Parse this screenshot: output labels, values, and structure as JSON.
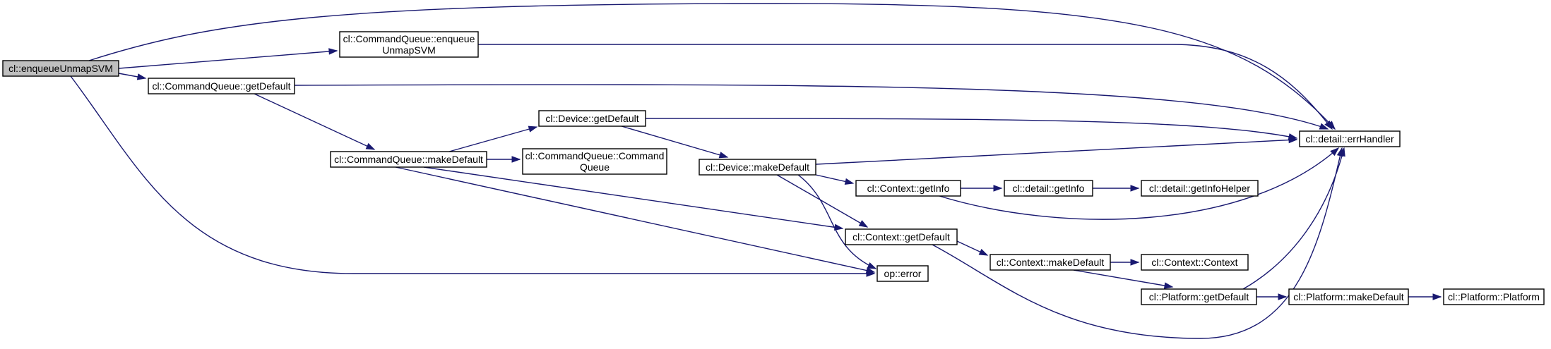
{
  "diagram": {
    "nodes": [
      {
        "id": "enqueueUnmapSVM",
        "lines": [
          "cl::enqueueUnmapSVM"
        ],
        "highlight": true
      },
      {
        "id": "cq_enqueueUnmapSVM",
        "lines": [
          "cl::CommandQueue::enqueue",
          "UnmapSVM"
        ]
      },
      {
        "id": "cq_getDefault",
        "lines": [
          "cl::CommandQueue::getDefault"
        ]
      },
      {
        "id": "cq_makeDefault",
        "lines": [
          "cl::CommandQueue::makeDefault"
        ]
      },
      {
        "id": "device_getDefault",
        "lines": [
          "cl::Device::getDefault"
        ]
      },
      {
        "id": "cq_ctor",
        "lines": [
          "cl::CommandQueue::Command",
          "Queue"
        ]
      },
      {
        "id": "device_makeDefault",
        "lines": [
          "cl::Device::makeDefault"
        ]
      },
      {
        "id": "context_getInfo",
        "lines": [
          "cl::Context::getInfo"
        ]
      },
      {
        "id": "detail_getInfo",
        "lines": [
          "cl::detail::getInfo"
        ]
      },
      {
        "id": "detail_getInfoHelper",
        "lines": [
          "cl::detail::getInfoHelper"
        ]
      },
      {
        "id": "context_getDefault",
        "lines": [
          "cl::Context::getDefault"
        ]
      },
      {
        "id": "context_makeDefault",
        "lines": [
          "cl::Context::makeDefault"
        ]
      },
      {
        "id": "context_ctor",
        "lines": [
          "cl::Context::Context"
        ]
      },
      {
        "id": "platform_getDefault",
        "lines": [
          "cl::Platform::getDefault"
        ]
      },
      {
        "id": "platform_makeDefault",
        "lines": [
          "cl::Platform::makeDefault"
        ]
      },
      {
        "id": "platform_ctor",
        "lines": [
          "cl::Platform::Platform"
        ]
      },
      {
        "id": "op_error",
        "lines": [
          "op::error"
        ]
      },
      {
        "id": "errHandler",
        "lines": [
          "cl::detail::errHandler"
        ]
      }
    ],
    "edges": [
      {
        "from": "enqueueUnmapSVM",
        "to": "cq_enqueueUnmapSVM"
      },
      {
        "from": "enqueueUnmapSVM",
        "to": "errHandler"
      },
      {
        "from": "enqueueUnmapSVM",
        "to": "cq_getDefault"
      },
      {
        "from": "enqueueUnmapSVM",
        "to": "op_error"
      },
      {
        "from": "cq_enqueueUnmapSVM",
        "to": "errHandler"
      },
      {
        "from": "cq_getDefault",
        "to": "errHandler"
      },
      {
        "from": "cq_getDefault",
        "to": "cq_makeDefault"
      },
      {
        "from": "cq_makeDefault",
        "to": "device_getDefault"
      },
      {
        "from": "cq_makeDefault",
        "to": "cq_ctor"
      },
      {
        "from": "cq_makeDefault",
        "to": "context_getDefault"
      },
      {
        "from": "cq_makeDefault",
        "to": "op_error"
      },
      {
        "from": "device_getDefault",
        "to": "errHandler"
      },
      {
        "from": "device_getDefault",
        "to": "device_makeDefault"
      },
      {
        "from": "device_makeDefault",
        "to": "errHandler"
      },
      {
        "from": "device_makeDefault",
        "to": "context_getInfo"
      },
      {
        "from": "device_makeDefault",
        "to": "context_getDefault"
      },
      {
        "from": "device_makeDefault",
        "to": "op_error"
      },
      {
        "from": "context_getInfo",
        "to": "detail_getInfo"
      },
      {
        "from": "context_getInfo",
        "to": "errHandler"
      },
      {
        "from": "detail_getInfo",
        "to": "detail_getInfoHelper"
      },
      {
        "from": "context_getDefault",
        "to": "context_makeDefault"
      },
      {
        "from": "context_getDefault",
        "to": "errHandler"
      },
      {
        "from": "context_makeDefault",
        "to": "context_ctor"
      },
      {
        "from": "context_makeDefault",
        "to": "platform_getDefault"
      },
      {
        "from": "platform_getDefault",
        "to": "platform_makeDefault"
      },
      {
        "from": "platform_getDefault",
        "to": "errHandler"
      },
      {
        "from": "platform_makeDefault",
        "to": "platform_ctor"
      }
    ],
    "colors": {
      "edge": "#191970",
      "node_fill": "#ffffff",
      "node_highlight_fill": "#bfbfbf",
      "node_border": "#000000",
      "text": "#000000"
    }
  }
}
